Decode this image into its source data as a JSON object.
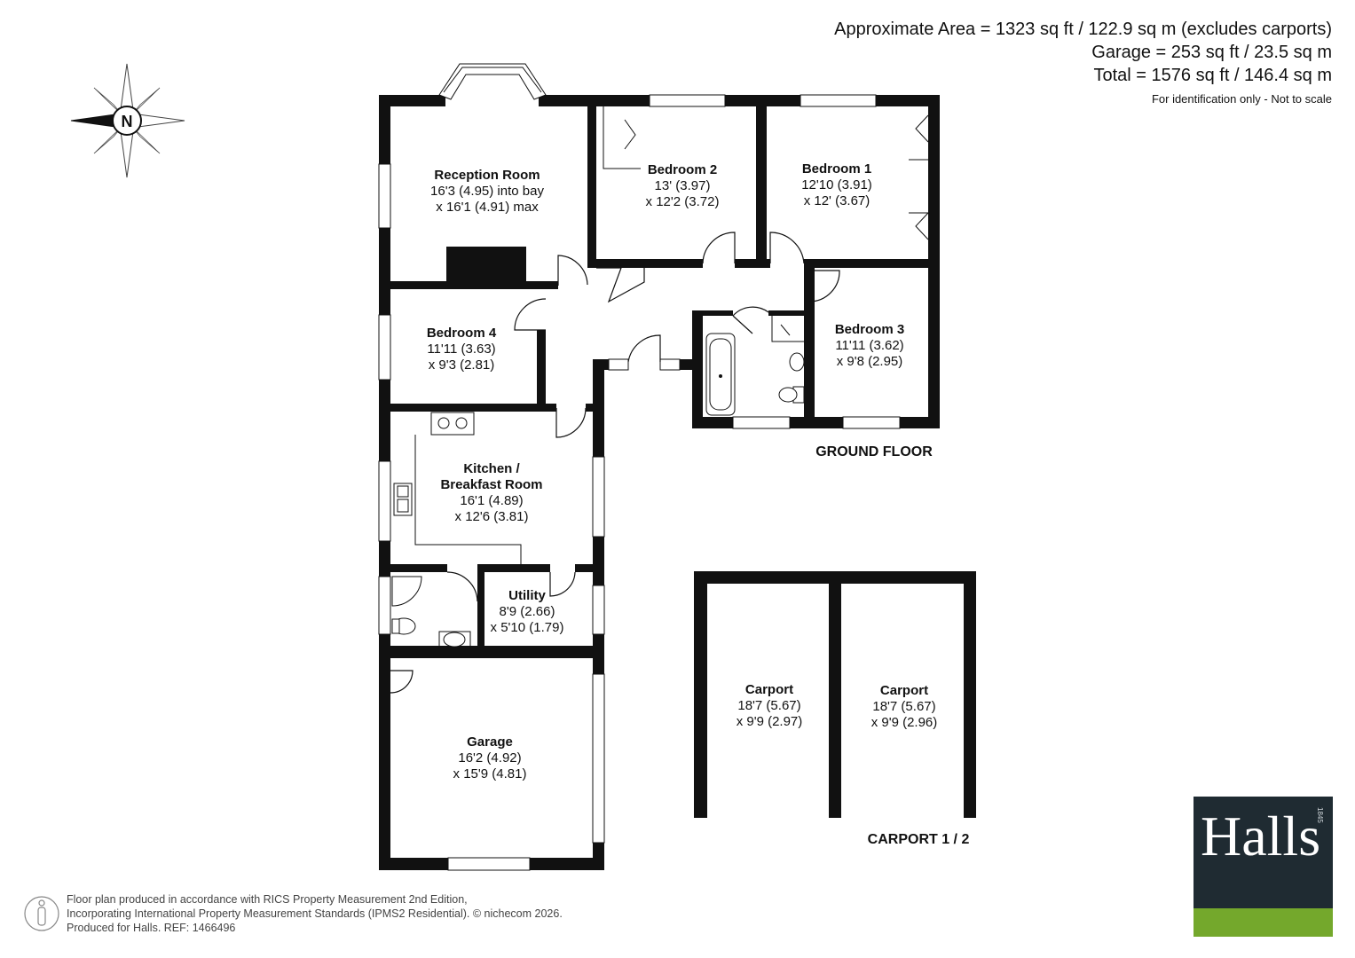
{
  "area": {
    "line1": "Approximate Area = 1323 sq ft / 122.9 sq m (excludes carports)",
    "line2": "Garage = 253 sq ft / 23.5 sq m",
    "line3": "Total = 1576 sq ft / 146.4 sq m",
    "note": "For identification only - Not to scale"
  },
  "compass": {
    "label": "N"
  },
  "rooms": {
    "reception": {
      "name": "Reception Room",
      "dim1": "16'3 (4.95) into bay",
      "dim2": "x 16'1 (4.91) max"
    },
    "bedroom2": {
      "name": "Bedroom 2",
      "dim1": "13' (3.97)",
      "dim2": "x 12'2 (3.72)"
    },
    "bedroom1": {
      "name": "Bedroom 1",
      "dim1": "12'10 (3.91)",
      "dim2": "x 12' (3.67)"
    },
    "bedroom4": {
      "name": "Bedroom 4",
      "dim1": "11'11 (3.63)",
      "dim2": "x 9'3 (2.81)"
    },
    "bedroom3": {
      "name": "Bedroom 3",
      "dim1": "11'11 (3.62)",
      "dim2": "x 9'8 (2.95)"
    },
    "kitchen": {
      "name1": "Kitchen /",
      "name2": "Breakfast Room",
      "dim1": "16'1 (4.89)",
      "dim2": "x 12'6 (3.81)"
    },
    "utility": {
      "name": "Utility",
      "dim1": "8'9 (2.66)",
      "dim2": "x 5'10 (1.79)"
    },
    "garage": {
      "name": "Garage",
      "dim1": "16'2 (4.92)",
      "dim2": "x 15'9 (4.81)"
    },
    "carport_a": {
      "name": "Carport",
      "dim1": "18'7 (5.67)",
      "dim2": "x 9'9 (2.97)"
    },
    "carport_b": {
      "name": "Carport",
      "dim1": "18'7 (5.67)",
      "dim2": "x 9'9 (2.96)"
    }
  },
  "floors": {
    "ground": "GROUND FLOOR",
    "carport": "CARPORT 1 / 2"
  },
  "footer": {
    "line1": "Floor plan produced in accordance with RICS Property Measurement 2nd Edition,",
    "line2": "Incorporating International Property Measurement Standards (IPMS2 Residential).   © nichecom 2026.",
    "line3": "Produced for Halls.   REF: 1466496"
  },
  "logo": {
    "word": "Halls",
    "year": "1845",
    "accent": "#74a82c",
    "background": "#1f2b32"
  }
}
